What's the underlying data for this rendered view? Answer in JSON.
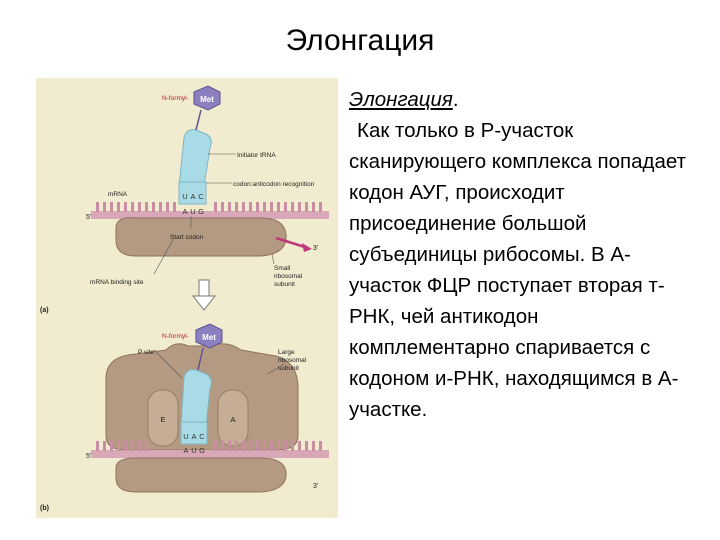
{
  "slide": {
    "title": "Элонгация",
    "body": {
      "heading": "Элонгация",
      "heading_suffix": ".",
      "text": "Как только в Р-участок сканирующего комплекса попадает кодон АУГ, происходит присоединение большой субъединицы рибосомы. В А-участок ФЦР поступает вторая т-РНК, чей антикодон комплементарно спаривается с кодоном и-РНК, находящимся в А-участке."
    }
  },
  "figure": {
    "colors": {
      "background": "#f1ebcf",
      "ribosome": "#b49a82",
      "ribosome_dark": "#8f735c",
      "trna": "#a9dbe6",
      "trna_dark": "#7fb5c3",
      "mrna": "#d8a8b8",
      "mrna_teeth": "#c98ea3",
      "met": "#8c7fc0",
      "label_red": "#c0182b",
      "arrow": "#c0397a"
    },
    "panel_a": {
      "panel_label": "(a)",
      "n_formyl": "N-formyl-",
      "met": "Met",
      "initiator_trna": "Initiator tRNA",
      "codon_recognition": "codon:anticodon recognition",
      "mrna": "mRNA",
      "five_prime": "5'",
      "three_prime": "3'",
      "anticodon": [
        "U",
        "A",
        "C"
      ],
      "codon": [
        "A",
        "U",
        "G"
      ],
      "start_codon": "Start codon",
      "mrna_binding_site": "mRNA binding site",
      "small_subunit": [
        "Small",
        "ribosomal",
        "subunit"
      ]
    },
    "panel_b": {
      "panel_label": "(b)",
      "n_formyl": "N-formyl-",
      "met": "Met",
      "p_site": "P site",
      "large_subunit": [
        "Large",
        "ribosomal",
        "subunit"
      ],
      "e_site": "E",
      "a_site": "A",
      "five_prime": "5'",
      "three_prime": "3'",
      "anticodon": [
        "U",
        "A",
        "C"
      ],
      "codon": [
        "A",
        "U",
        "G"
      ]
    },
    "arrow_icon": "down-arrow-icon"
  }
}
